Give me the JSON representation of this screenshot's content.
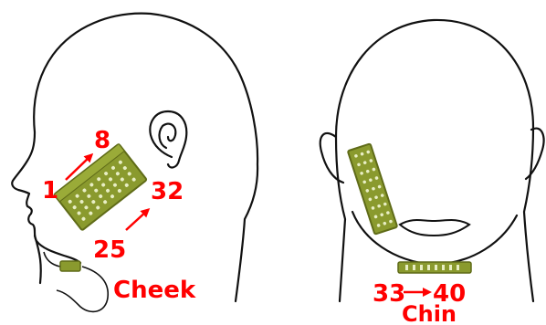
{
  "colors": {
    "outline": "#111111",
    "label": "#ff0000",
    "electrode_fill": "#8a9a2e",
    "electrode_dark": "#5f6b18",
    "electrode_dot": "#e8eec4"
  },
  "side_view": {
    "label_1": "1",
    "label_8": "8",
    "label_25": "25",
    "label_32": "32",
    "caption": "Cheek"
  },
  "front_view": {
    "label_start": "33",
    "label_end": "40",
    "caption": "Chin"
  }
}
